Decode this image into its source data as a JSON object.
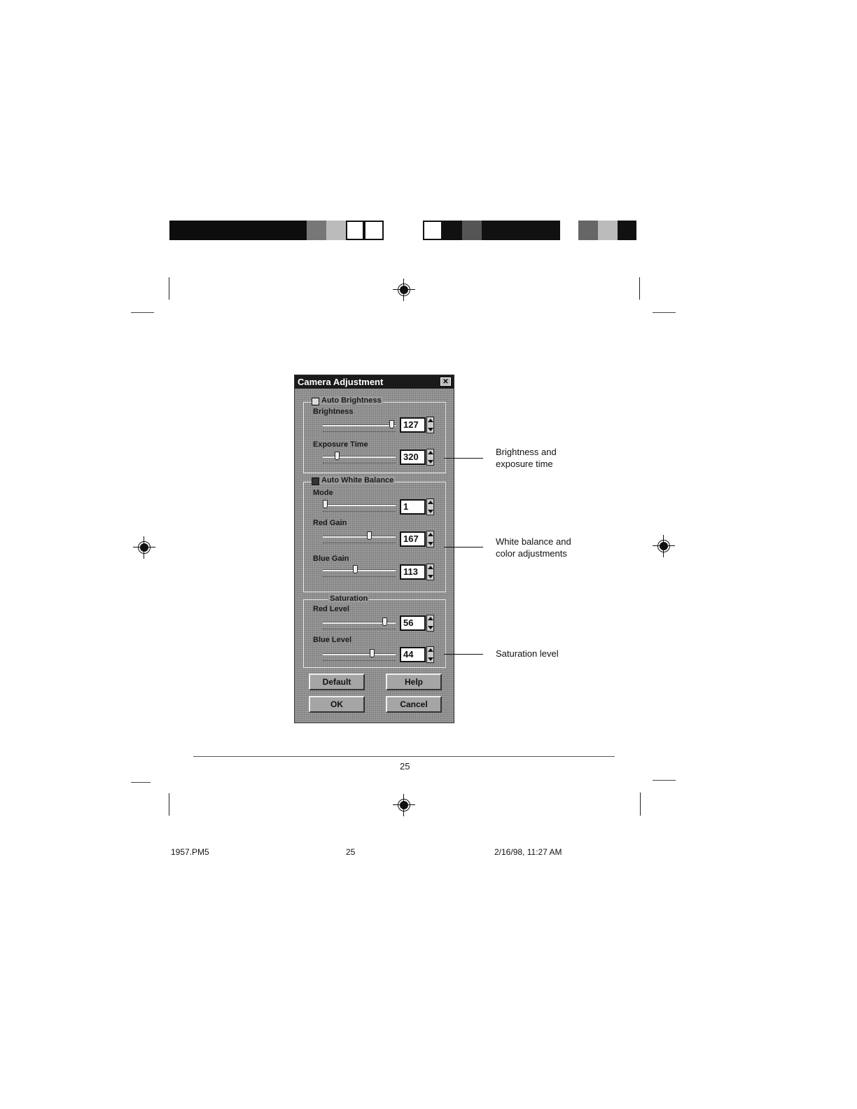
{
  "dialog": {
    "title": "Camera Adjustment",
    "close_glyph": "✕",
    "brightness_group": {
      "checkbox_label": "Auto Brightness",
      "brightness": {
        "label": "Brightness",
        "value": "127",
        "fraction": 0.98
      },
      "exposure": {
        "label": "Exposure Time",
        "value": "320",
        "fraction": 0.18
      }
    },
    "white_balance_group": {
      "checkbox_label": "Auto White Balance",
      "mode": {
        "label": "Mode",
        "value": "1",
        "fraction": 0.0
      },
      "red_gain": {
        "label": "Red Gain",
        "value": "167",
        "fraction": 0.65
      },
      "blue_gain": {
        "label": "Blue Gain",
        "value": "113",
        "fraction": 0.44
      }
    },
    "saturation_group": {
      "title": "Saturation",
      "red_level": {
        "label": "Red Level",
        "value": "56",
        "fraction": 0.88
      },
      "blue_level": {
        "label": "Blue Level",
        "value": "44",
        "fraction": 0.69
      }
    },
    "buttons": {
      "default": "Default",
      "help": "Help",
      "ok": "OK",
      "cancel": "Cancel"
    }
  },
  "callouts": {
    "brightness": [
      "Brightness and",
      "exposure time"
    ],
    "white_balance": [
      "White balance and",
      "color adjustments"
    ],
    "saturation": [
      "Saturation level"
    ]
  },
  "page_number": "25",
  "slug": {
    "file": "1957.PM5",
    "page": "25",
    "date": "2/16/98, 11:27 AM"
  }
}
